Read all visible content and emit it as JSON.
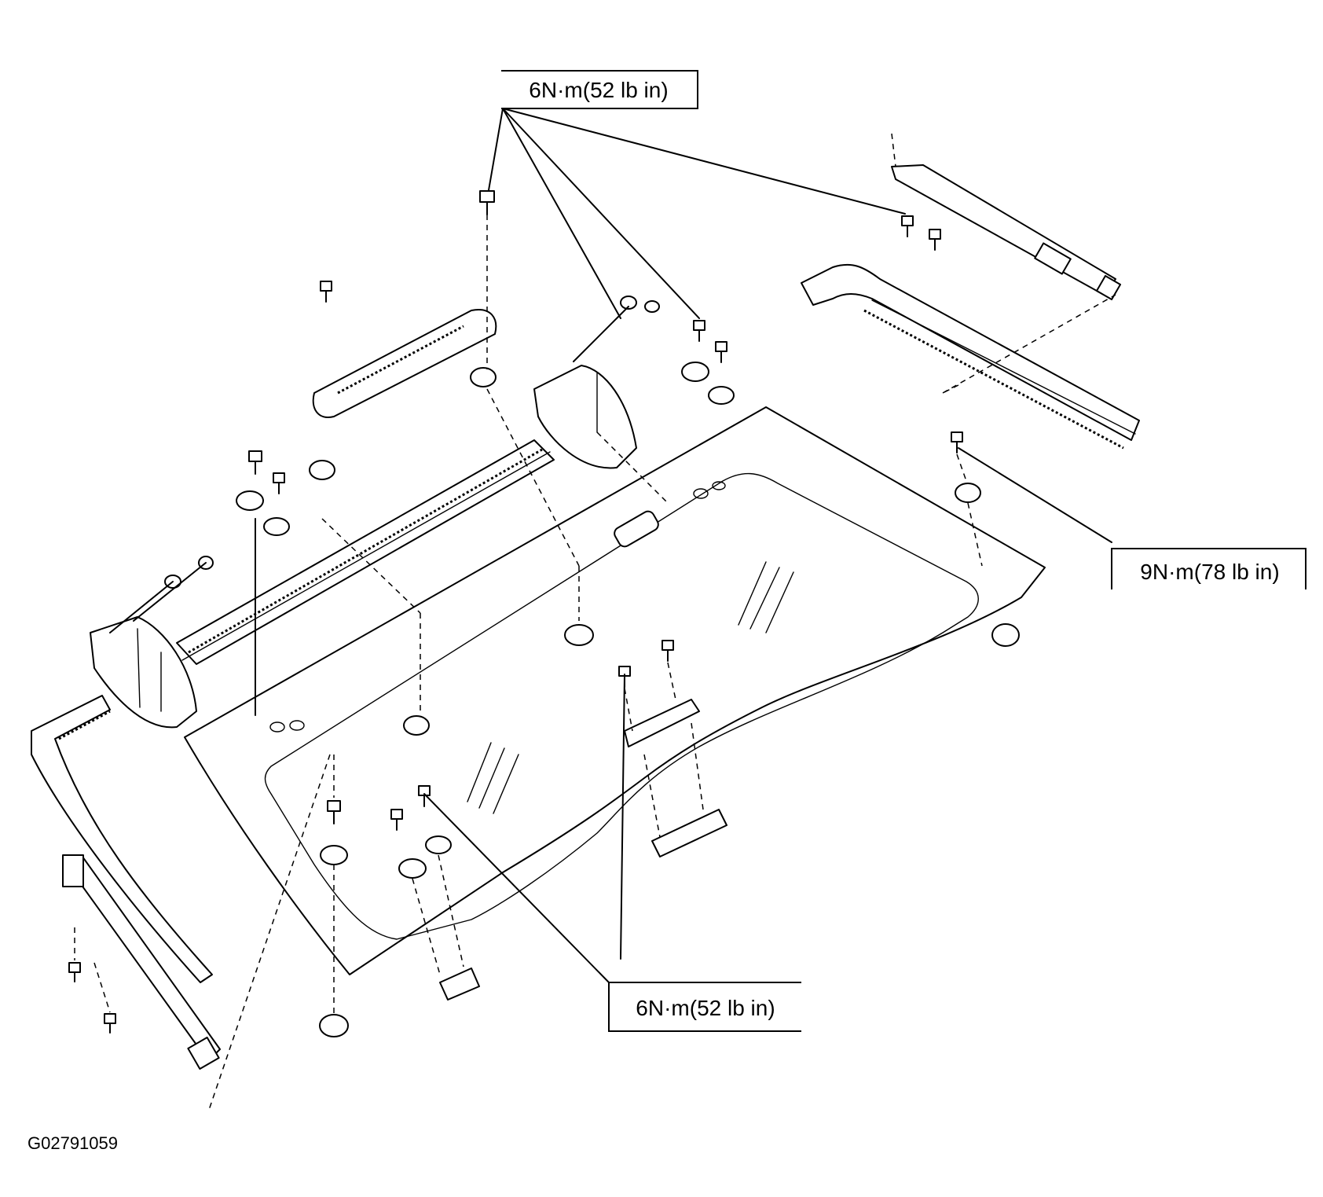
{
  "labels": {
    "torque_top": "6N·m(52 lb in)",
    "torque_right": "9N·m(78 lb in)",
    "torque_bottom": "6N·m(52 lb in)"
  },
  "figure_code": "G02791059"
}
